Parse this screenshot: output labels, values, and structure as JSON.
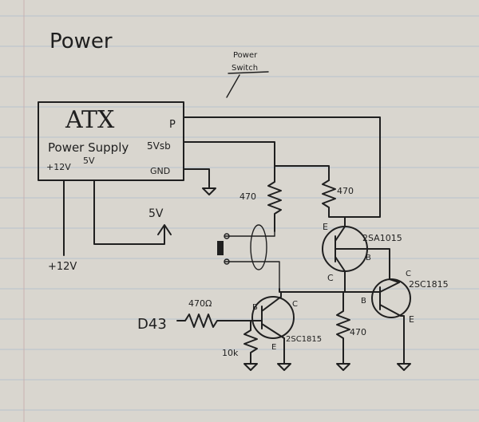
{
  "page_title": "Power",
  "annotation_power_switch": [
    "Power",
    "Switch"
  ],
  "atx": {
    "title": "ATX",
    "subtitle": "Power Supply",
    "pins": {
      "p": "P",
      "vsb": "5Vsb",
      "gnd": "GND",
      "v12": "+12V",
      "v5": "5V"
    }
  },
  "outputs": {
    "v5_out": "5V",
    "v12_out": "+12V"
  },
  "components": {
    "r_pullup_left": "470",
    "r_pullup_right": "470",
    "r_input": "470Ω",
    "r_base_pulldown": "10k",
    "r_emitter_pulldown": "470",
    "q_pnp": "2SA1015",
    "q_npn_left": "2SC1815",
    "q_npn_right": "2SC1815",
    "pin_labels": {
      "e": "E",
      "b": "B",
      "c": "C",
      "e_small": "E",
      "c_small": "C",
      "b_small": "B"
    }
  },
  "signal_in": "D43",
  "colors": {
    "paper": "#d9d6cf",
    "ink": "#1f1f1f",
    "rule": "#b7c3cc"
  }
}
